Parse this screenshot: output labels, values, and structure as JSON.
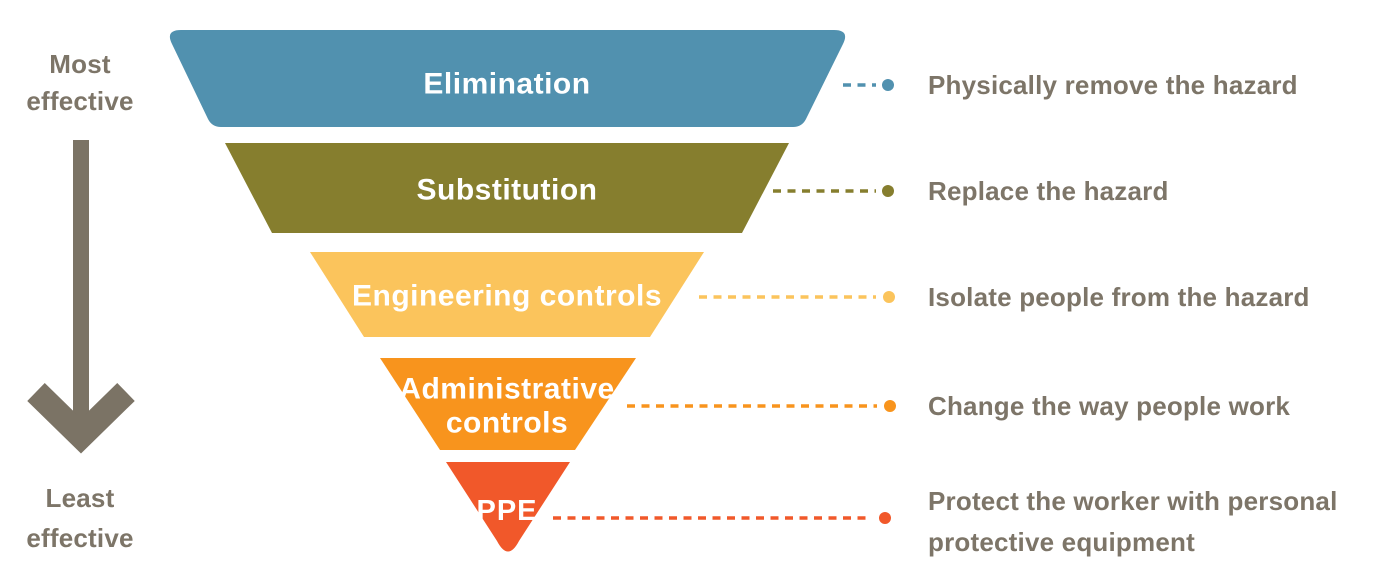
{
  "diagram": {
    "most_effective": [
      "Most",
      "effective"
    ],
    "least_effective": [
      "Least",
      "effective"
    ],
    "levels": [
      {
        "label": "Elimination",
        "description": "Physically remove the hazard",
        "color": "#5191af"
      },
      {
        "label": "Substitution",
        "description": "Replace the hazard",
        "color": "#867e2e"
      },
      {
        "label": "Engineering controls",
        "description": "Isolate people from the hazard",
        "color": "#fbc45c"
      },
      {
        "label_lines": [
          "Administrative",
          "controls"
        ],
        "description": "Change the way people work",
        "color": "#f8941d"
      },
      {
        "label": "PPE",
        "description_lines": [
          "Protect the worker with personal",
          "protective equipment"
        ],
        "color": "#f1582a"
      }
    ],
    "colors": {
      "text": "#7d7568",
      "arrow": "#7b7365",
      "background": "#ffffff"
    }
  }
}
